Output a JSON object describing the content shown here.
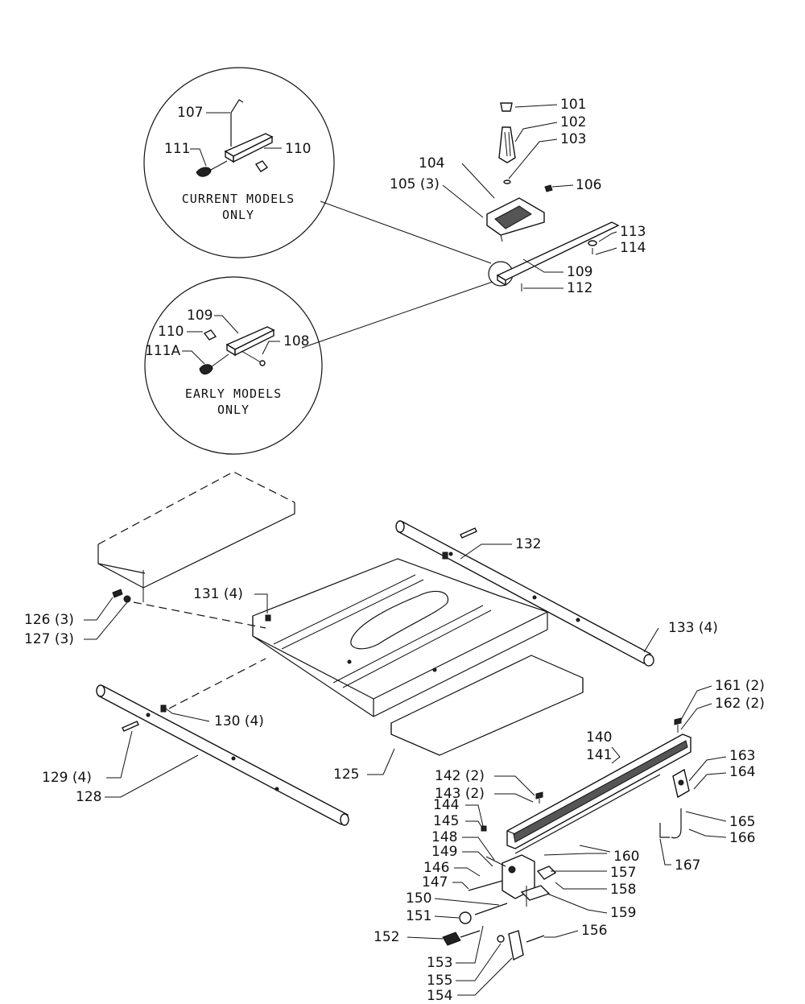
{
  "diagram": {
    "captions": {
      "current": [
        "CURRENT MODELS",
        "ONLY"
      ],
      "early": [
        "EARLY MODELS",
        "ONLY"
      ]
    },
    "labels": {
      "l101": "101",
      "l102": "102",
      "l103": "103",
      "l104": "104",
      "l105": "105 (3)",
      "l106": "106",
      "l107": "107",
      "l108": "108",
      "l109": "109",
      "l109b": "109",
      "l110": "110",
      "l110b": "110",
      "l111": "111",
      "l111a": "111A",
      "l112": "112",
      "l113": "113",
      "l114": "114",
      "l125": "125",
      "l126": "126 (3)",
      "l127": "127 (3)",
      "l128": "128",
      "l129": "129 (4)",
      "l130": "130 (4)",
      "l131": "131 (4)",
      "l132": "132",
      "l133": "133 (4)",
      "l140": "140",
      "l141": "141",
      "l142": "142 (2)",
      "l143": "143 (2)",
      "l144": "144",
      "l145": "145",
      "l146": "146",
      "l147": "147",
      "l148": "148",
      "l149": "149",
      "l150": "150",
      "l151": "151",
      "l152": "152",
      "l153": "153",
      "l154": "154",
      "l155": "155",
      "l156": "156",
      "l157": "157",
      "l158": "158",
      "l159": "159",
      "l160": "160",
      "l161": "161 (2)",
      "l162": "162 (2)",
      "l163": "163",
      "l164": "164",
      "l165": "165",
      "l166": "166",
      "l167": "167"
    }
  }
}
